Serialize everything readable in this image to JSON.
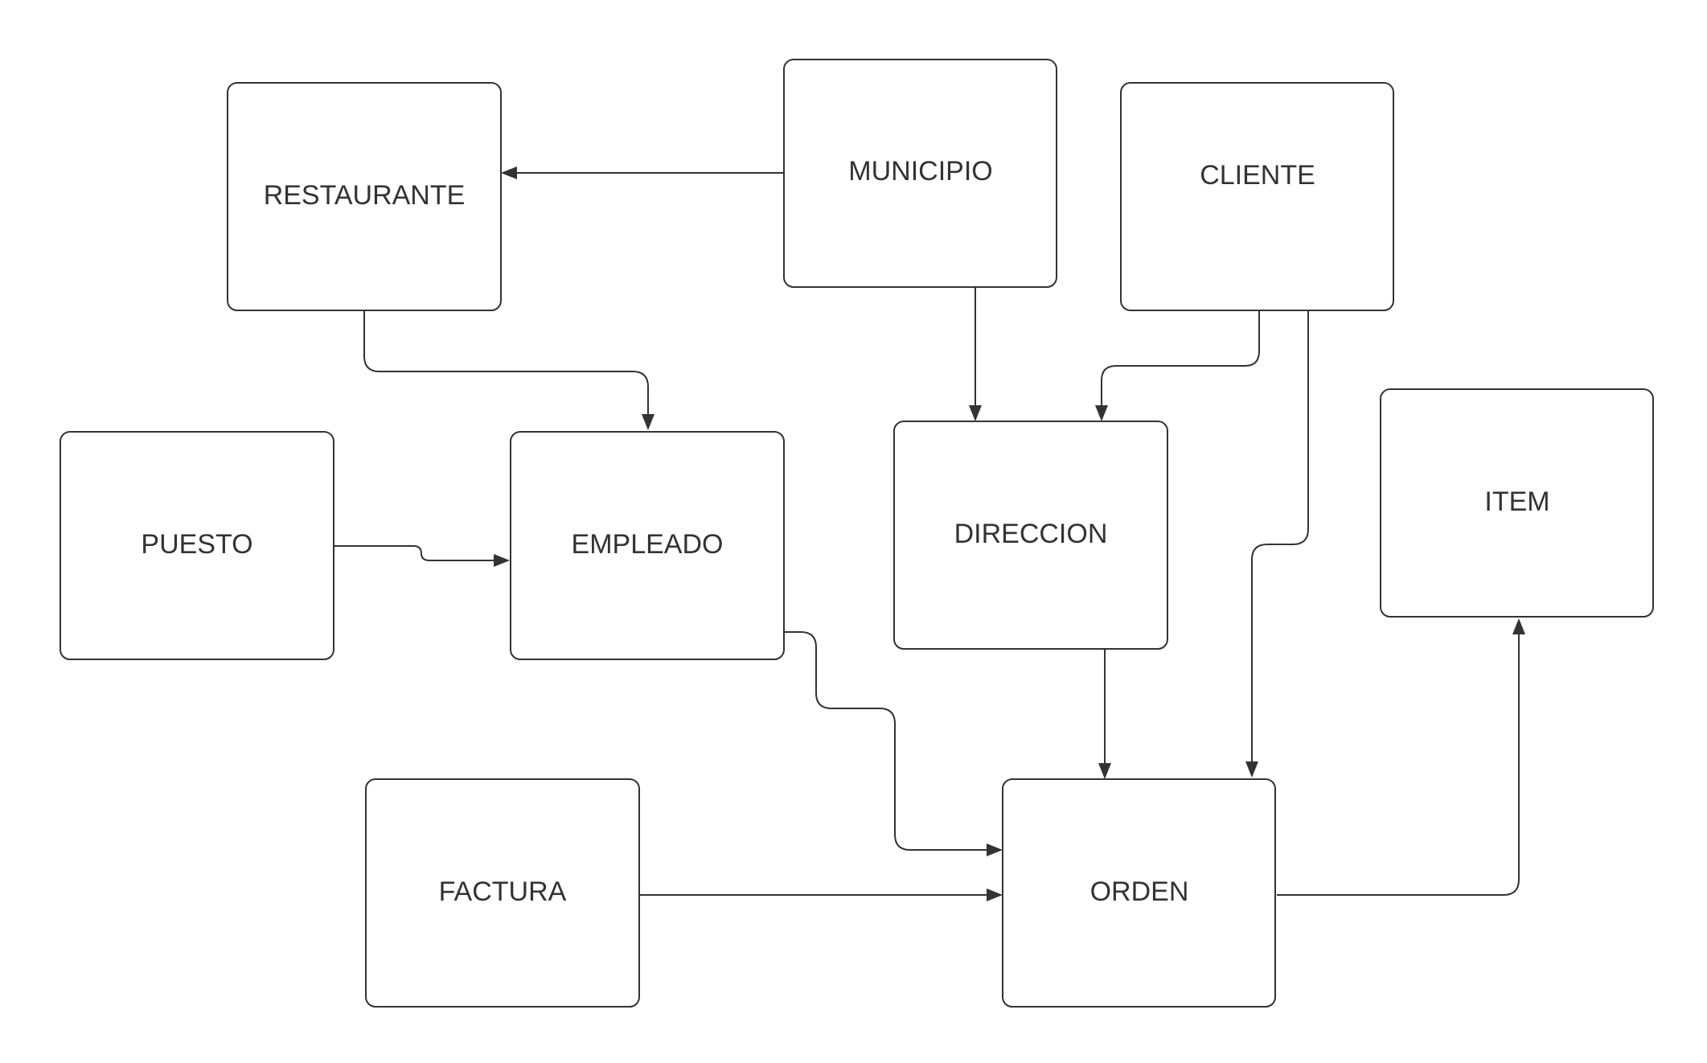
{
  "diagram": {
    "type": "entity-relationship",
    "colors": {
      "background": "#ffffff",
      "stroke": "#333333",
      "text": "#333333"
    },
    "nodes": {
      "restaurante": "RESTAURANTE",
      "municipio": "MUNICIPIO",
      "cliente": "CLIENTE",
      "puesto": "PUESTO",
      "empleado": "EMPLEADO",
      "direccion": "DIRECCION",
      "item": "ITEM",
      "factura": "FACTURA",
      "orden": "ORDEN"
    },
    "edges": [
      {
        "from": "MUNICIPIO",
        "to": "RESTAURANTE"
      },
      {
        "from": "MUNICIPIO",
        "to": "DIRECCION"
      },
      {
        "from": "CLIENTE",
        "to": "DIRECCION"
      },
      {
        "from": "CLIENTE",
        "to": "ORDEN"
      },
      {
        "from": "RESTAURANTE",
        "to": "EMPLEADO"
      },
      {
        "from": "PUESTO",
        "to": "EMPLEADO"
      },
      {
        "from": "EMPLEADO",
        "to": "ORDEN"
      },
      {
        "from": "DIRECCION",
        "to": "ORDEN"
      },
      {
        "from": "FACTURA",
        "to": "ORDEN"
      },
      {
        "from": "ORDEN",
        "to": "ITEM"
      }
    ]
  }
}
